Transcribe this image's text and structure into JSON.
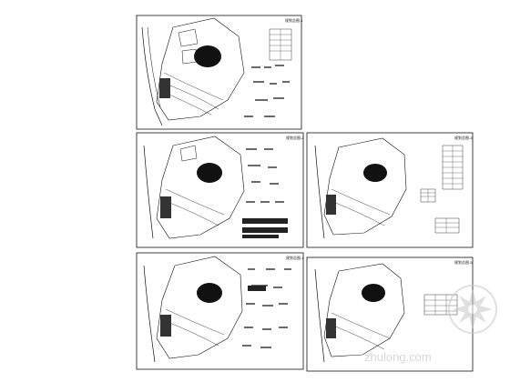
{
  "sheets": [
    {
      "id": "sheet-1",
      "title": "规划总图-1"
    },
    {
      "id": "sheet-2",
      "title": "规划总图-2"
    },
    {
      "id": "sheet-3",
      "title": "规划总图-3"
    },
    {
      "id": "sheet-4",
      "title": "规划总图-4"
    },
    {
      "id": "sheet-5",
      "title": "规划总图-5"
    }
  ],
  "watermark": {
    "site": "zhulong.com",
    "logo_icon": "zhulong-flower-logo",
    "color": "#c8c8c8"
  },
  "colors": {
    "line": "#111111",
    "paper": "#ffffff"
  }
}
